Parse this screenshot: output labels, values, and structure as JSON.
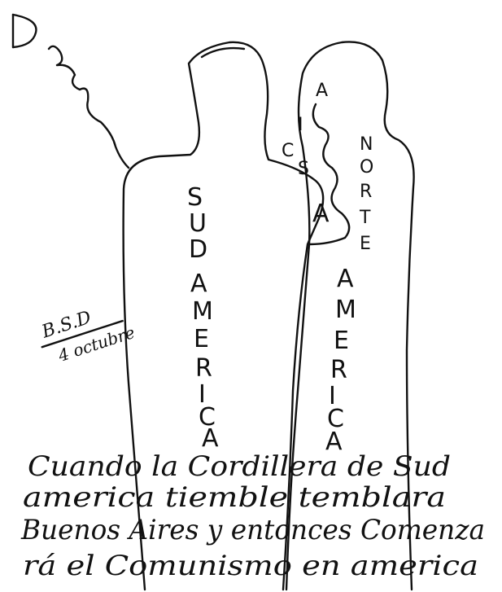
{
  "figure_label": "D",
  "south_figure": {
    "letters": [
      "S",
      "U",
      "D",
      "A",
      "M",
      "E",
      "R",
      "I",
      "C",
      "A"
    ]
  },
  "north_figure": {
    "north_word": [
      "N",
      "O",
      "R",
      "T",
      "E"
    ],
    "america_word": [
      "A",
      "M",
      "E",
      "R",
      "I",
      "C",
      "A"
    ]
  },
  "middle_letters": [
    "A",
    "I",
    "C",
    "S",
    "A"
  ],
  "side_note": {
    "line1": "B.S.D",
    "line2": "4 octubre"
  },
  "caption": {
    "line1": "Cuando la Cordillera de Sud",
    "line2": "america tiemble temblara",
    "line3": "Buenos Aires y entonces Comenza",
    "line4": "rá el Comunismo en america"
  }
}
